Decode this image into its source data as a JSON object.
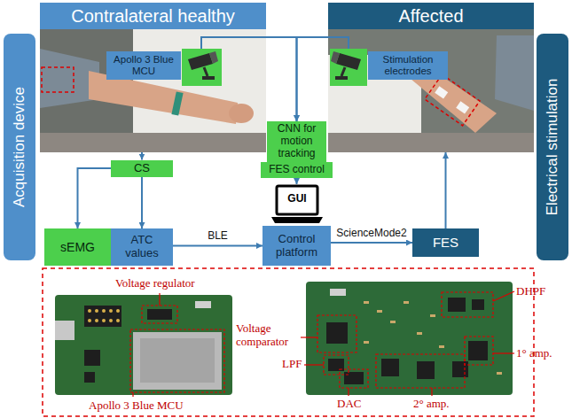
{
  "diagram": {
    "nodes": [
      {
        "text": [
          "Acquisition device"
        ]
      },
      {
        "text": [
          "Contralateral healthy"
        ]
      },
      {
        "text": [
          "Apollo 3 Blue MCU"
        ],
        "in": 1
      },
      {
        "text": [
          "Affected"
        ]
      },
      {
        "text": [
          "Stimulation electrodes"
        ],
        "in": 3
      },
      {
        "text": [
          "Electrical stimulation"
        ]
      },
      {
        "text": [
          "CNN for motion tracking"
        ]
      },
      {
        "text": [
          "CS"
        ]
      },
      {
        "text": [
          "FES control"
        ]
      },
      {
        "text": [
          "GUI"
        ]
      },
      {
        "text": [
          "sEMG"
        ]
      },
      {
        "text": [
          "ATC values"
        ]
      },
      {
        "text": [
          "Control platform"
        ]
      },
      {
        "text": [
          "FES"
        ]
      }
    ],
    "edges": [
      {
        "from": 1,
        "to": 6,
        "arrow": "to"
      },
      {
        "from": 3,
        "to": 6,
        "arrow": "to"
      },
      {
        "from": 1,
        "to": 7,
        "arrow": "to"
      },
      {
        "from": 7,
        "to": 10,
        "arrow": "to"
      },
      {
        "from": 7,
        "to": 11,
        "arrow": "to"
      },
      {
        "from": 8,
        "to": 9,
        "arrow": "to"
      },
      {
        "from": 11,
        "to": 12,
        "label": "BLE",
        "arrow": "to"
      },
      {
        "from": 12,
        "to": 13,
        "label": "ScienceMode2",
        "arrow": "to"
      },
      {
        "from": 13,
        "to": 3,
        "arrow": "to"
      }
    ],
    "labels": [
      "Voltage regulator",
      "Apollo 3 Blue MCU",
      "Voltage comparator",
      "LPF",
      "DHPF",
      "1° amp.",
      "DAC",
      "2° amp."
    ]
  }
}
